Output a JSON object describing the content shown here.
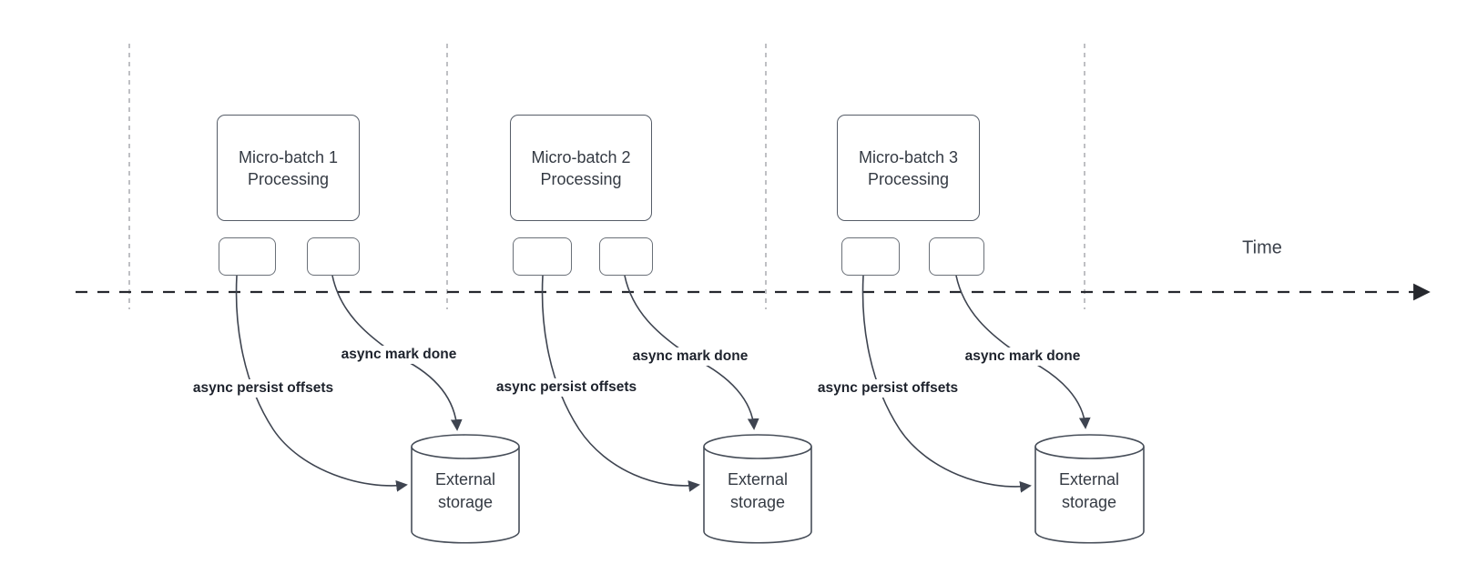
{
  "diagram": {
    "type": "timeline-flow-diagram",
    "time_axis": {
      "label": "Time"
    },
    "colors": {
      "background": "#ffffff",
      "shape_stroke": "#565d68",
      "sub_box_stroke": "#6a7078",
      "box_text": "#343a43",
      "edge_label_text": "#1d222c",
      "edge_stroke": "#3e4450",
      "timeline_stroke": "#26282e",
      "guide_stroke": "#aaacb0"
    },
    "batches": [
      {
        "title": "Micro-batch 1\nProcessing",
        "persist_label": "async persist offsets",
        "done_label": "async mark done",
        "storage_label": "External\nstorage"
      },
      {
        "title": "Micro-batch 2\nProcessing",
        "persist_label": "async persist offsets",
        "done_label": "async mark done",
        "storage_label": "External\nstorage"
      },
      {
        "title": "Micro-batch 3\nProcessing",
        "persist_label": "async persist offsets",
        "done_label": "async mark done",
        "storage_label": "External\nstorage"
      }
    ]
  }
}
